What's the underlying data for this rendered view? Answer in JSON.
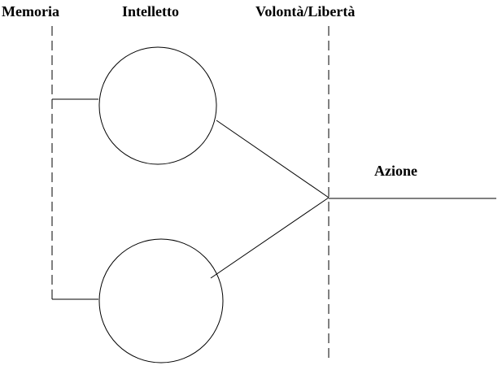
{
  "labels": {
    "memoria": "Memoria",
    "intelletto": "Intelletto",
    "volonta": "Volontà/Libertà",
    "azione": "Azione"
  }
}
